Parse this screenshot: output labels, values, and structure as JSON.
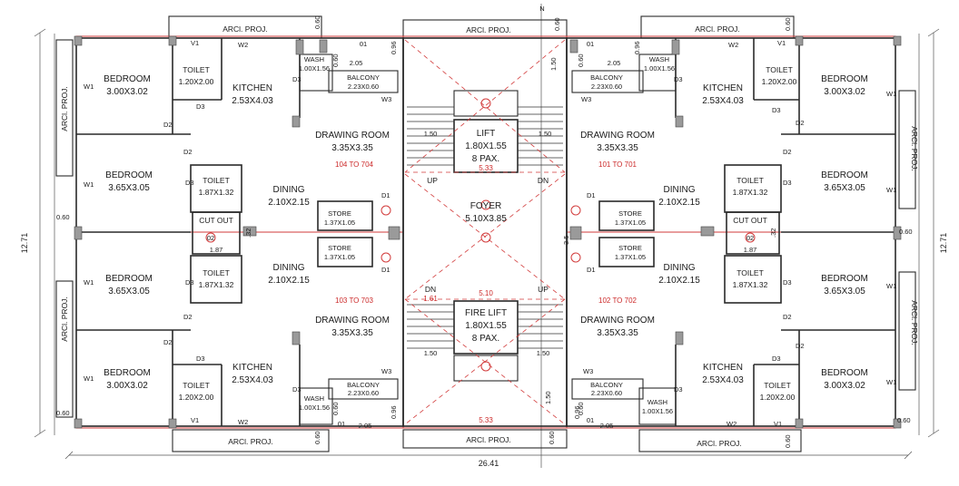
{
  "labels": {
    "arch_proj": "ARCl. PROJ.",
    "dim_width": "26.41",
    "dim_height": "12.71",
    "dim_060": "0.60",
    "dim_150": "1.50",
    "dim_205": "2.05",
    "dim_096": "0.96",
    "dim_533": "5.33",
    "dim_510": "5.10",
    "dim_161": "1.61",
    "dim_187": "1.87",
    "dim_32": ".32",
    "dim_35": "3.5",
    "tag_01": "01",
    "tag_02": "02",
    "north": "N",
    "up": "UP",
    "dn": "DN",
    "w1": "W1",
    "w2": "W2",
    "w3": "W3",
    "v1": "V1",
    "d1": "D1",
    "d2": "D2",
    "d3": "D3"
  },
  "rooms": {
    "bedroom": "BEDROOM",
    "toilet": "TOILET",
    "kitchen": "KITCHEN",
    "wash": "WASH",
    "balcony": "BALCONY",
    "drawing": "DRAWING ROOM",
    "dining": "DINING",
    "store": "STORE",
    "cut_out": "CUT OUT",
    "lift": "LIFT",
    "fire_lift": "FIRE LIFT",
    "pax": "8 PAX.",
    "foyer": "FOYER"
  },
  "sizes": {
    "bed_300x302": "3.00X3.02",
    "bed_365x305": "3.65X3.05",
    "toilet_120x200": "1.20X2.00",
    "toilet_187x132": "1.87X1.32",
    "kitchen": "2.53X4.03",
    "wash": "1.00X1.56",
    "balcony": "2.23X0.60",
    "drawing": "3.35X3.35",
    "dining": "2.10X2.15",
    "store": "1.37X1.05",
    "lift": "1.80X1.55",
    "foyer": "5.10X3.85"
  },
  "flats": {
    "top_left": "104 TO 704",
    "top_right": "101 TO 701",
    "bottom_left": "103 TO 703",
    "bottom_right": "102 TO 702"
  }
}
